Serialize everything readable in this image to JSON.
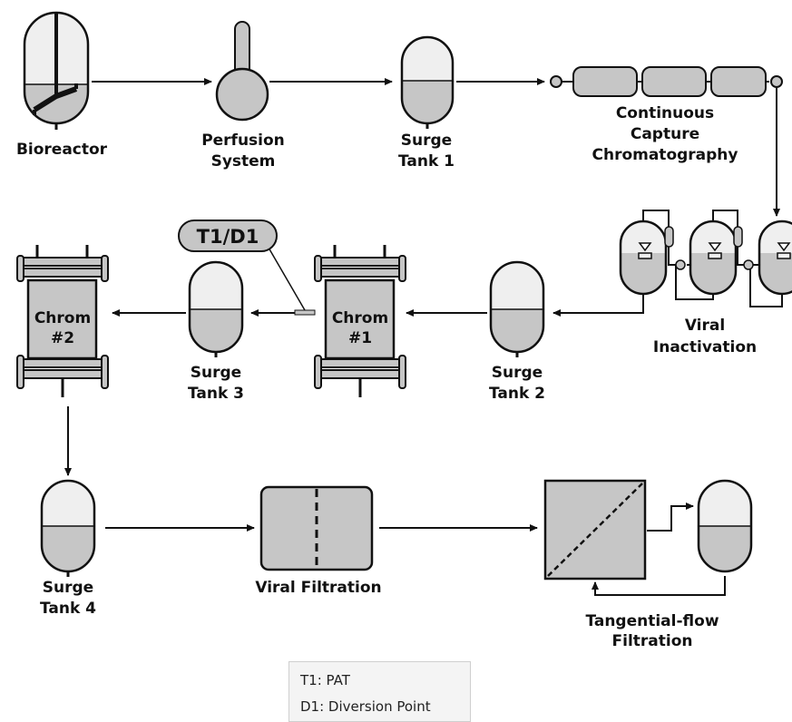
{
  "labels": {
    "bioreactor": "Bioreactor",
    "perfusion_line1": "Perfusion",
    "perfusion_line2": "System",
    "surge1_line1": "Surge",
    "surge1_line2": "Tank 1",
    "capture_line1": "Continuous",
    "capture_line2": "Capture",
    "capture_line3": "Chromatography",
    "viral_inact_line1": "Viral",
    "viral_inact_line2": "Inactivation",
    "surge2_line1": "Surge",
    "surge2_line2": "Tank 2",
    "chrom1_line1": "Chrom",
    "chrom1_line2": "#1",
    "surge3_line1": "Surge",
    "surge3_line2": "Tank 3",
    "chrom2_line1": "Chrom",
    "chrom2_line2": "#2",
    "pat_tag": "T1/D1",
    "surge4_line1": "Surge",
    "surge4_line2": "Tank 4",
    "viral_filtration": "Viral Filtration",
    "tff_line1": "Tangential-flow",
    "tff_line2": "Filtration"
  },
  "legend": {
    "t1": "T1: PAT",
    "d1": "D1: Diversion Point"
  },
  "colors": {
    "fill_gray": "#c6c6c6",
    "vessel_light": "#efefef",
    "stroke": "#111111"
  }
}
